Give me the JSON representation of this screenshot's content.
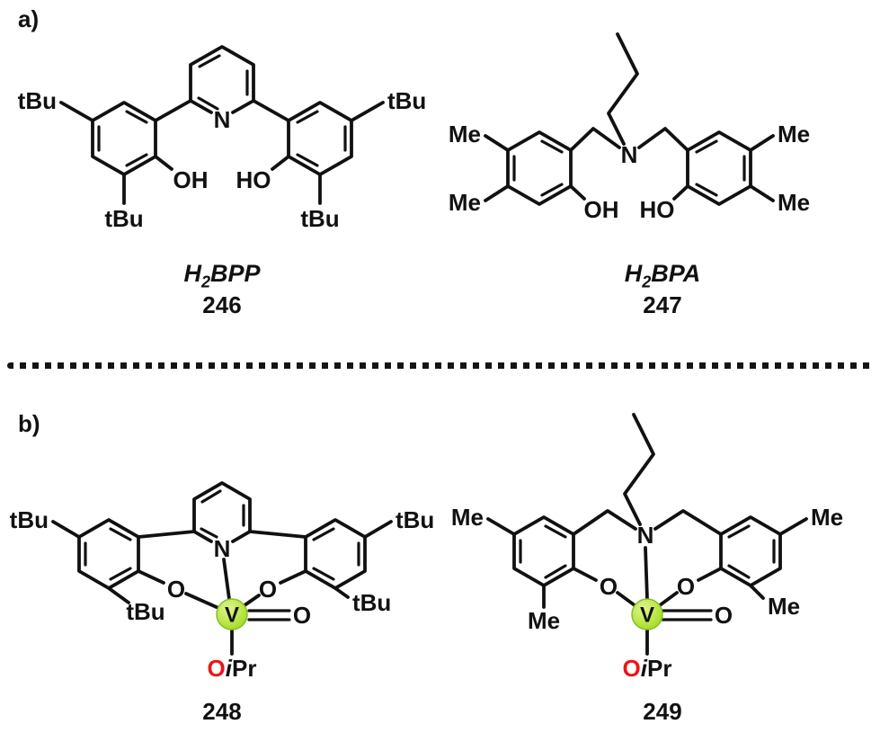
{
  "panels": {
    "a": "a)",
    "b": "b)"
  },
  "atoms": {
    "nitrogen": "N",
    "oxygen": "O",
    "hydroxyl": "OH",
    "hydroxyl_reversed": "HO",
    "vanadium": "V",
    "tert_butyl": "tBu",
    "methyl": "Me",
    "isopropoxide_o": "O",
    "isopropoxide_i": "i",
    "isopropoxide_pr": "Pr"
  },
  "ligand_bpp": {
    "name_h": "H",
    "name_sub": "2",
    "name_rest": "BPP",
    "number": "246"
  },
  "ligand_bpa": {
    "name_h": "H",
    "name_sub": "2",
    "name_rest": "BPA",
    "number": "247"
  },
  "complex_bpp": {
    "number": "248"
  },
  "complex_bpa": {
    "number": "249"
  },
  "colors": {
    "nitrogen": "#2121dd",
    "oxygen": "#ee1414",
    "bond": "#111111",
    "vanadium_sphere": "#b8e542",
    "vanadium_text": "#111111"
  }
}
